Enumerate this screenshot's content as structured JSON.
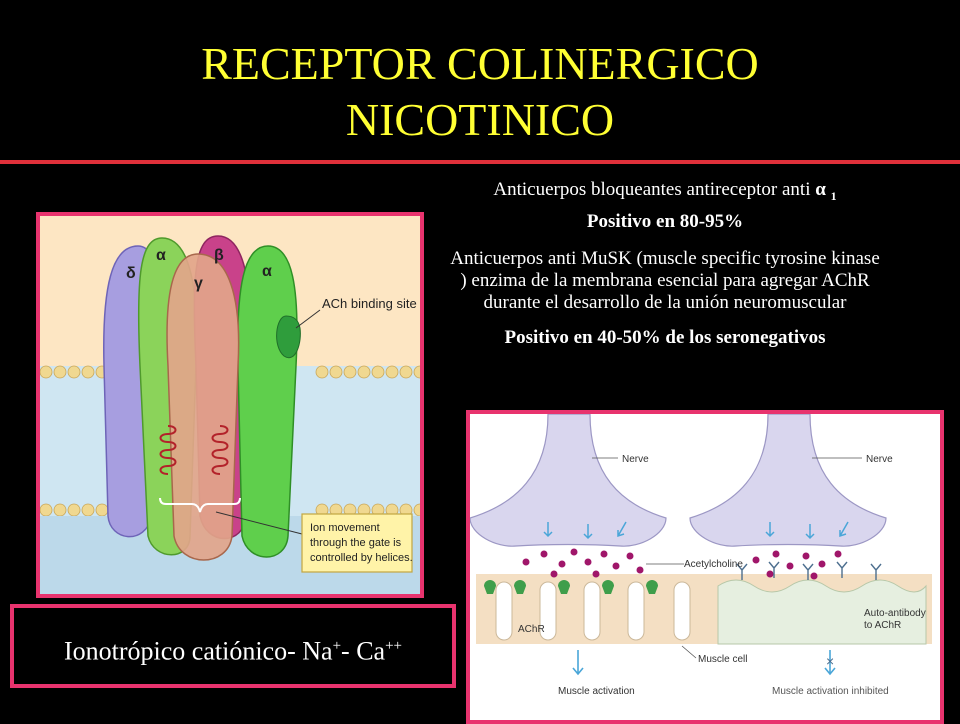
{
  "slide": {
    "title_line1": "RECEPTOR COLINERGICO",
    "title_line2": "NICOTINICO",
    "accent_color": "#e0303a",
    "title_color": "#ffff33"
  },
  "notes": {
    "anti_alpha_prefix": "Anticuerpos bloqueantes antireceptor anti",
    "anti_alpha_symbol": "α",
    "anti_alpha_sub": "1",
    "anti_alpha_result": "Positivo en 80-95%",
    "musk_text": "Anticuerpos anti MuSK (muscle specific tyrosine kinase ) enzima de la  membrana esencial para agregar AChR durante el desarrollo de la  unión neuromuscular",
    "musk_result": "Positivo en 40-50% de los seronegativos"
  },
  "receptor_figure": {
    "subunits": [
      "δ",
      "α",
      "β",
      "γ",
      "α"
    ],
    "binding_label": "ACh binding site",
    "callout_line1": "Ion movement",
    "callout_line2": "through the gate is",
    "callout_line3": "controlled by helices."
  },
  "ion_box": {
    "text": "Ionotrópico catiónico- Na",
    "sup1": "+",
    "mid": "- Ca",
    "sup2": "++"
  },
  "junction_figure": {
    "nerve_label_left": "Nerve",
    "nerve_label_right": "Nerve",
    "acetylcholine_label": "Acetylcholine",
    "achr_label": "AChR",
    "autoantibody_line1": "Auto-antibody",
    "autoantibody_line2": "to AChR",
    "muscle_cell_label": "Muscle cell",
    "muscle_activation_label": "Muscle activation",
    "muscle_inhibited_label": "Muscle activation inhibited",
    "blocked_mark": "×"
  }
}
